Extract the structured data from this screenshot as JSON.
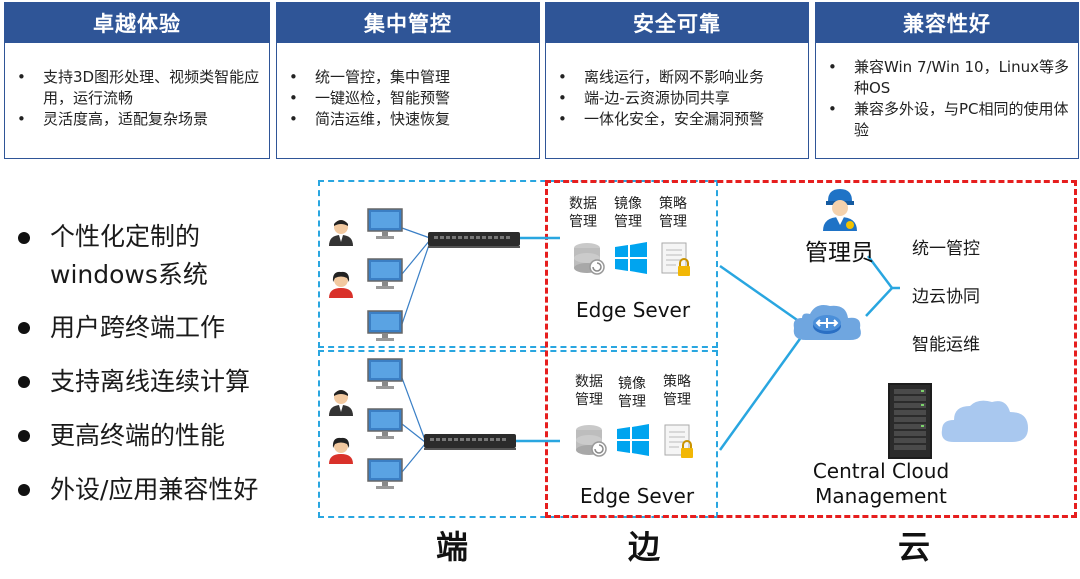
{
  "cards": [
    {
      "title": "卓越体验",
      "items": [
        "支持3D图形处理、视频类智能应用，运行流畅",
        "灵活度高，适配复杂场景"
      ]
    },
    {
      "title": "集中管控",
      "items": [
        "统一管控，集中管理",
        "一键巡检，智能预警",
        "简洁运维，快速恢复"
      ]
    },
    {
      "title": "安全可靠",
      "items": [
        "离线运行，断网不影响业务",
        "端-边-云资源协同共享",
        "一体化安全，安全漏洞预警"
      ]
    },
    {
      "title": "兼容性好",
      "items": [
        "兼容Win 7/Win 10，Linux等多种OS",
        "兼容多外设，与PC相同的使用体验"
      ]
    }
  ],
  "features": [
    "个性化定制的windows系统",
    "用户跨终端工作",
    "支持离线连续计算",
    "更高终端的性能",
    "外设/应用兼容性好"
  ],
  "edge_top": {
    "labels": [
      "数据管理",
      "镜像管理",
      "策略管理"
    ],
    "title": "Edge Sever"
  },
  "edge_bottom": {
    "labels": [
      "数据管理",
      "镜像管理",
      "策略管理"
    ],
    "title": "Edge Sever"
  },
  "cloud": {
    "admin": "管理员",
    "functions": [
      "统一管控",
      "边云协同",
      "智能运维"
    ],
    "central": "Central Cloud Management"
  },
  "zones": {
    "end": "端",
    "edge": "边",
    "cloud": "云"
  },
  "colors": {
    "card_header": "#2f5597",
    "end_zone": "#29a6e0",
    "cloud_zone": "#e61e1e"
  }
}
